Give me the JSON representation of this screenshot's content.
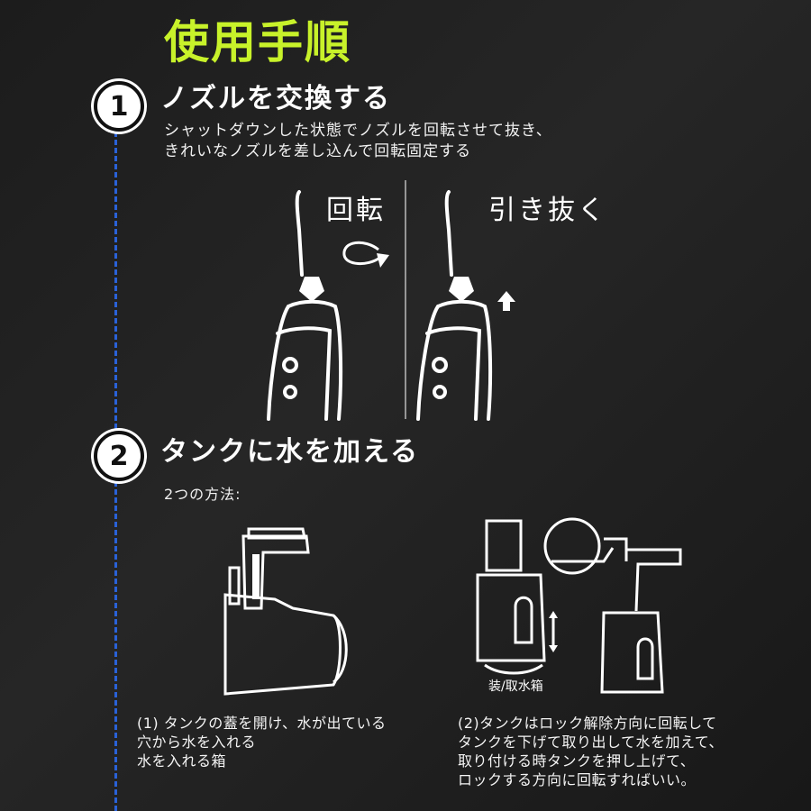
{
  "title": "使用手順",
  "steps": [
    {
      "number": "1",
      "heading": "ノズルを交換する",
      "description_lines": [
        "シャットダウンした状態でノズルを回転させて抜き、",
        "きれいなノズルを差し込んで回転固定する"
      ],
      "captions": {
        "rotate": "回転",
        "pull_out": "引き抜く"
      }
    },
    {
      "number": "2",
      "heading": "タンクに水を加える",
      "intro": "2つの方法:",
      "fig_label": "装/取水箱",
      "method1_lines": [
        "(1) タンクの蓋を開け、水が出ている",
        "穴から水を入れる",
        "水を入れる箱"
      ],
      "method2_lines": [
        "(2)タンクはロック解除方向に回転して",
        "タンクを下げて取り出して水を加えて、",
        "取り付ける時タンクを押し上げて、",
        "ロックする方向に回転すればいい。"
      ]
    }
  ],
  "colors": {
    "title": "#c8f22a",
    "dotted_line": "#2a62d8",
    "background": "#1f1f1f"
  }
}
